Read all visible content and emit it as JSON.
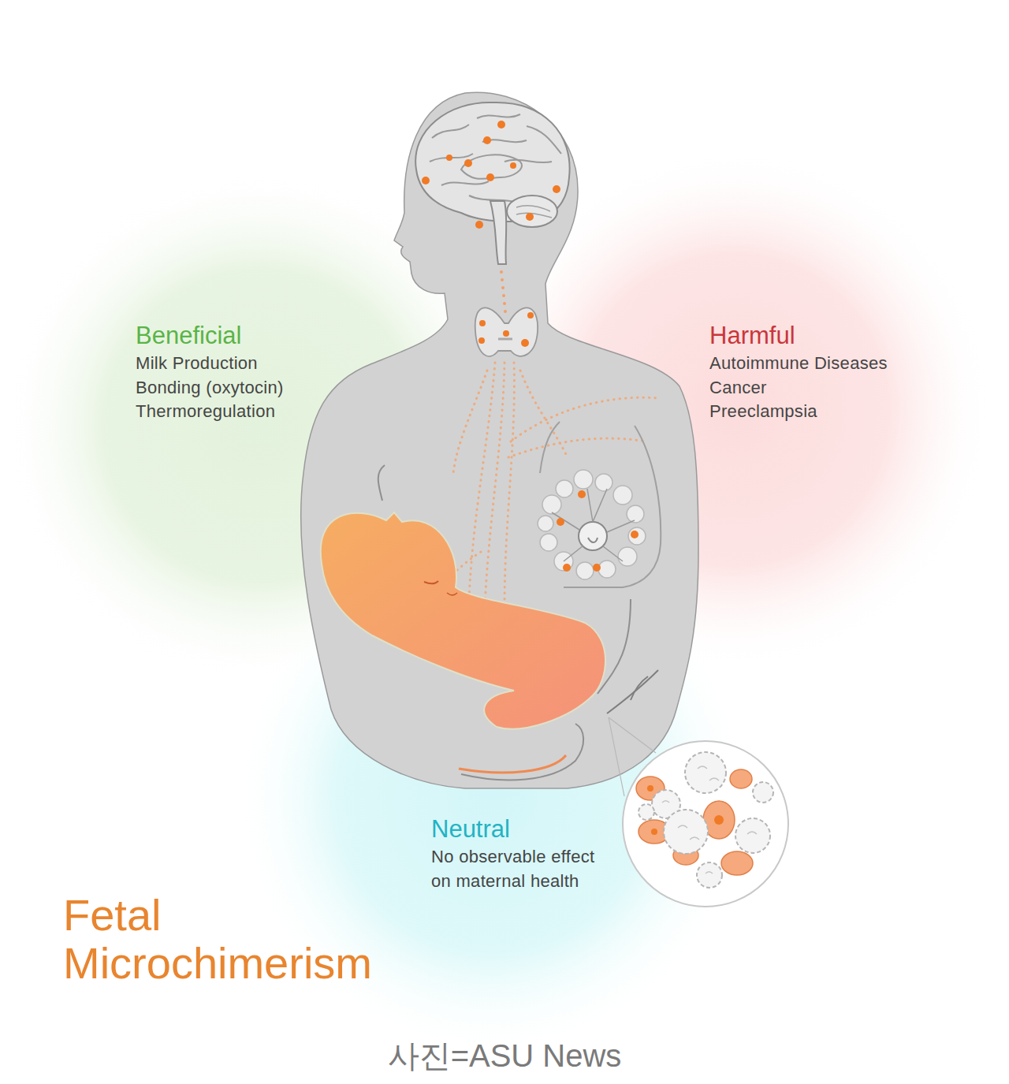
{
  "diagram": {
    "title": "Fetal Microchimerism",
    "caption": "사진=ASU News",
    "nodes": [
      {
        "text": [
          "Beneficial",
          "Milk Production",
          "Bonding (oxytocin)",
          "Thermoregulation"
        ]
      },
      {
        "text": [
          "Harmful",
          "Autoimmune Diseases",
          "Cancer",
          "Preeclampsia"
        ]
      },
      {
        "text": [
          "Neutral",
          "No observable effect on maternal health"
        ]
      }
    ]
  }
}
